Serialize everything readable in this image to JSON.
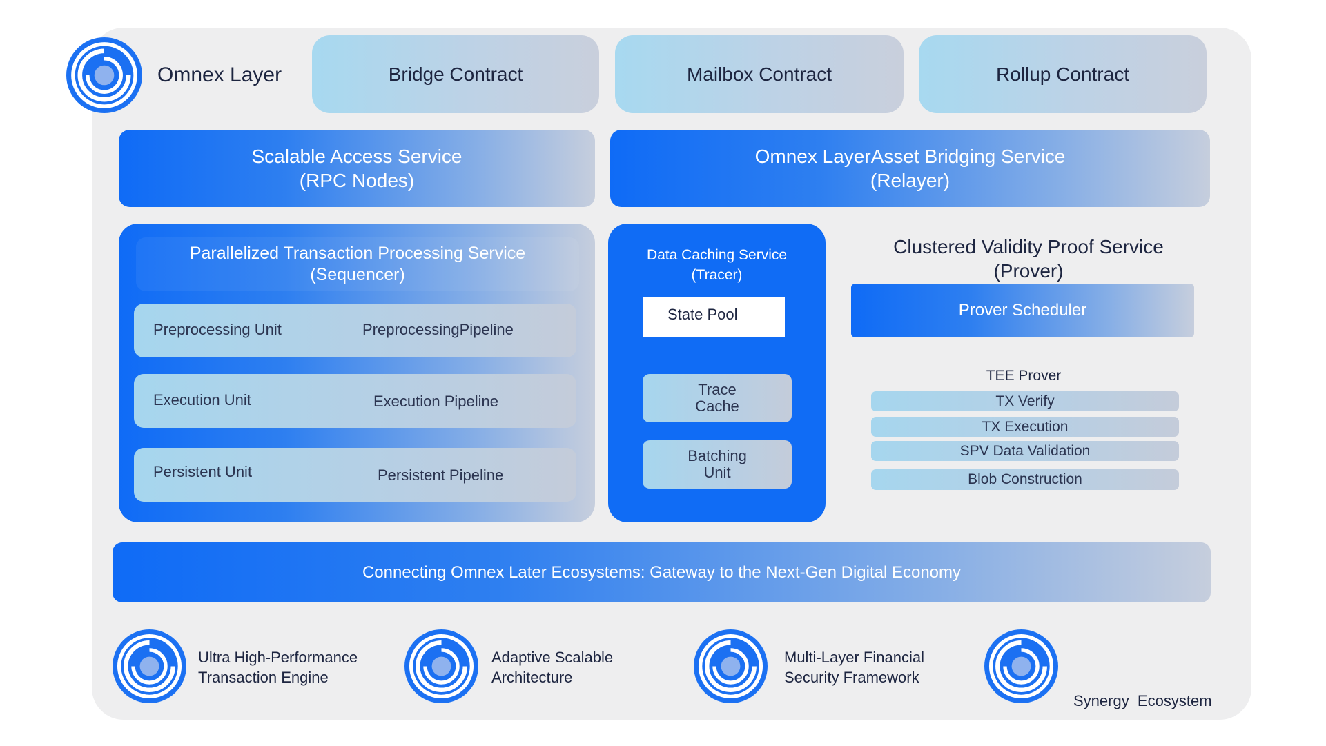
{
  "brand": {
    "name": "Omnex Layer",
    "logo_icon": "omnex-ring-logo-icon"
  },
  "contracts": [
    {
      "label": "Bridge Contract"
    },
    {
      "label": "Mailbox Contract"
    },
    {
      "label": "Rollup Contract"
    }
  ],
  "services": {
    "scalable_access": {
      "title": "Scalable Access Service",
      "subtitle": "(RPC Nodes)"
    },
    "asset_bridging": {
      "title": "Omnex LayerAsset Bridging Service",
      "subtitle": "(Relayer)"
    }
  },
  "sequencer": {
    "title": "Parallelized Transaction Processing Service",
    "subtitle": "(Sequencer)",
    "rows": [
      {
        "unit": "Preprocessing Unit",
        "pipeline": "PreprocessingPipeline"
      },
      {
        "unit": "Execution Unit",
        "pipeline": "Execution Pipeline"
      },
      {
        "unit": "Persistent Unit",
        "pipeline": "Persistent Pipeline"
      }
    ]
  },
  "tracer": {
    "title": "Data Caching Service",
    "subtitle": "(Tracer)",
    "state_pool": "State Pool",
    "trace_cache": [
      "Trace",
      "Cache"
    ],
    "batching_unit": [
      "Batching",
      "Unit"
    ]
  },
  "prover": {
    "title": "Clustered Validity Proof Service",
    "subtitle": "(Prover)",
    "scheduler": "Prover Scheduler",
    "tee_title": "TEE Prover",
    "tee_items": [
      "TX Verify",
      "TX Execution",
      "SPV Data Validation",
      "Blob Construction"
    ]
  },
  "ecosystem_banner": "Connecting Omnex Later Ecosystems: Gateway to the Next-Gen Digital Economy",
  "features": [
    {
      "line1": "Ultra High-Performance",
      "line2": "Transaction Engine"
    },
    {
      "line1": "Adaptive Scalable",
      "line2": "Architecture"
    },
    {
      "line1": "Multi-Layer Financial",
      "line2": "Security Framework"
    },
    {
      "line1": "Synergy  Ecosystem",
      "line2": ""
    }
  ],
  "colors": {
    "primary_blue": "#106cf5",
    "panel_gray": "#eeeeef",
    "light_blue": "#a7d9f0",
    "text_dark": "#1d2540"
  }
}
